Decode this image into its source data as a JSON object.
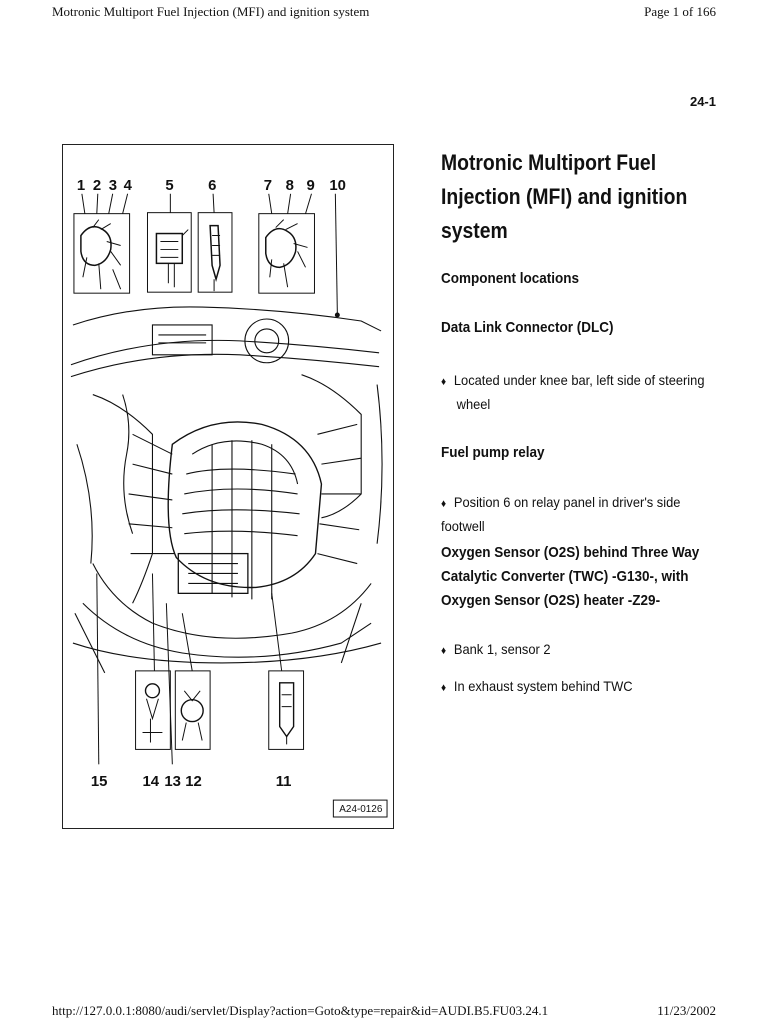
{
  "header": {
    "left": "Motronic Multiport Fuel Injection (MFI) and ignition system",
    "right": "Page 1 of 166"
  },
  "page_number": "24-1",
  "figure": {
    "top_callouts": [
      "1",
      "2",
      "3",
      "4",
      "5",
      "6",
      "7",
      "8",
      "9",
      "10"
    ],
    "bottom_callouts": [
      "15",
      "14",
      "13",
      "12",
      "11"
    ],
    "code": "A24-0126"
  },
  "content": {
    "title": "Motronic Multiport Fuel Injection (MFI) and ignition system",
    "section1": "Component locations",
    "section2": "Data Link Connector (DLC)",
    "bullet1_a": "Located under knee bar, left side of steering",
    "bullet1_b": "wheel",
    "section3": "Fuel pump relay",
    "bullet2": "Position 6 on relay panel in driver's side footwell",
    "section4": "Oxygen Sensor (O2S) behind Three Way Catalytic Converter (TWC) -G130-, with Oxygen Sensor (O2S) heater -Z29-",
    "bullet3": "Bank 1, sensor 2",
    "bullet4": "In exhaust system behind TWC",
    "bullet_mark": "♦"
  },
  "footer": {
    "left": "http://127.0.0.1:8080/audi/servlet/Display?action=Goto&type=repair&id=AUDI.B5.FU03.24.1",
    "right": "11/23/2002"
  }
}
